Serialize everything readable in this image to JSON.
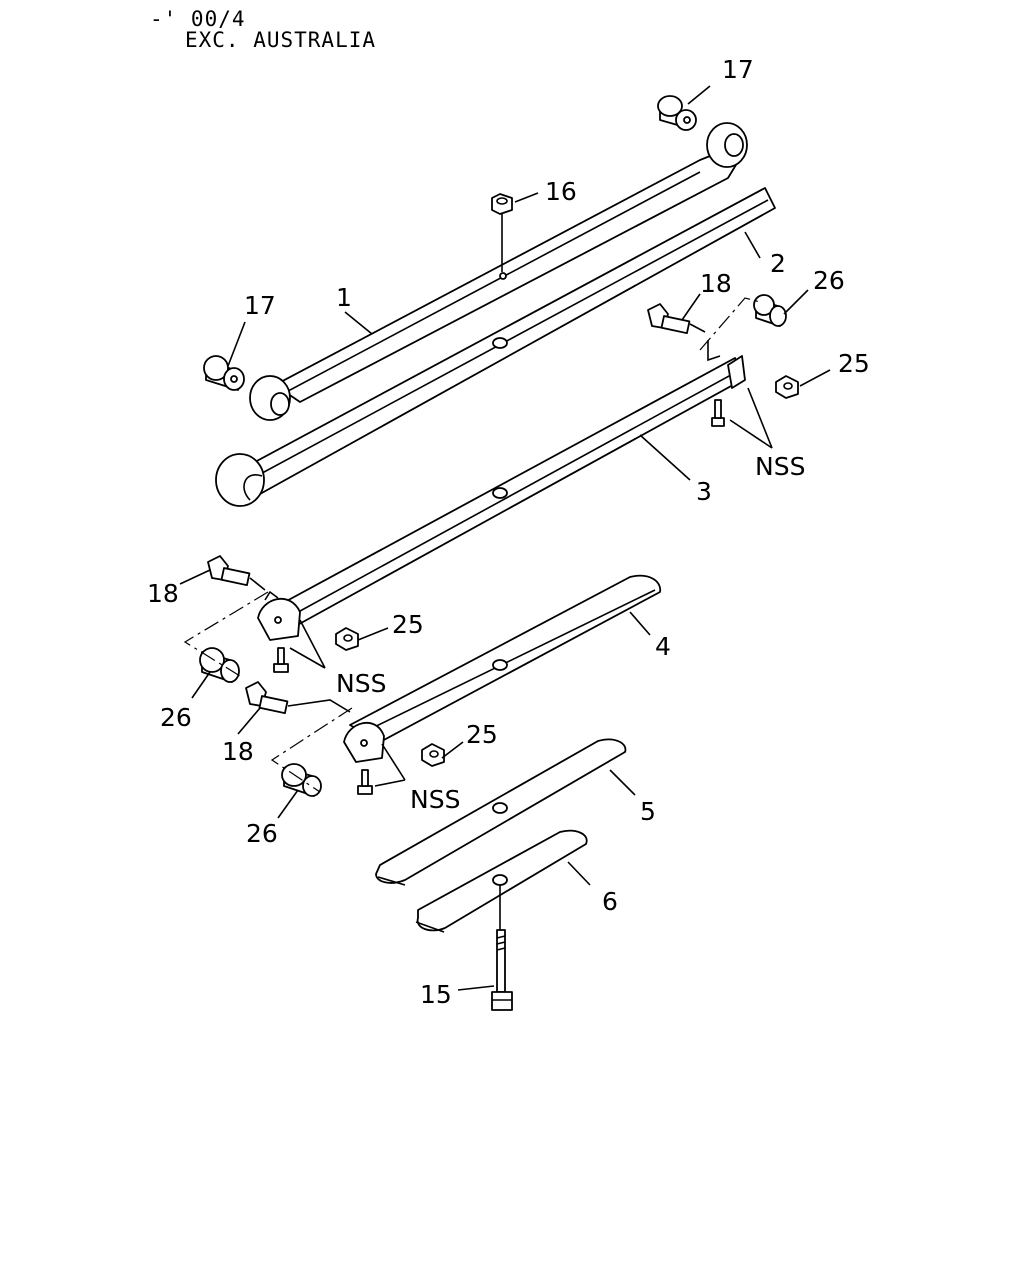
{
  "header": {
    "line1": "-' 00/4",
    "line2": "EXC. AUSTRALIA"
  },
  "callouts": {
    "c1": "1",
    "c2": "2",
    "c3": "3",
    "c4": "4",
    "c5": "5",
    "c6": "6",
    "c15": "15",
    "c16": "16",
    "c17_top": "17",
    "c17_left": "17",
    "c18_top": "18",
    "c18_mid": "18",
    "c18_low": "18",
    "c25_top": "25",
    "c25_mid": "25",
    "c25_low": "25",
    "c26_top": "26",
    "c26_mid": "26",
    "c26_low": "26",
    "nss_top": "NSS",
    "nss_mid": "NSS",
    "nss_low": "NSS"
  }
}
